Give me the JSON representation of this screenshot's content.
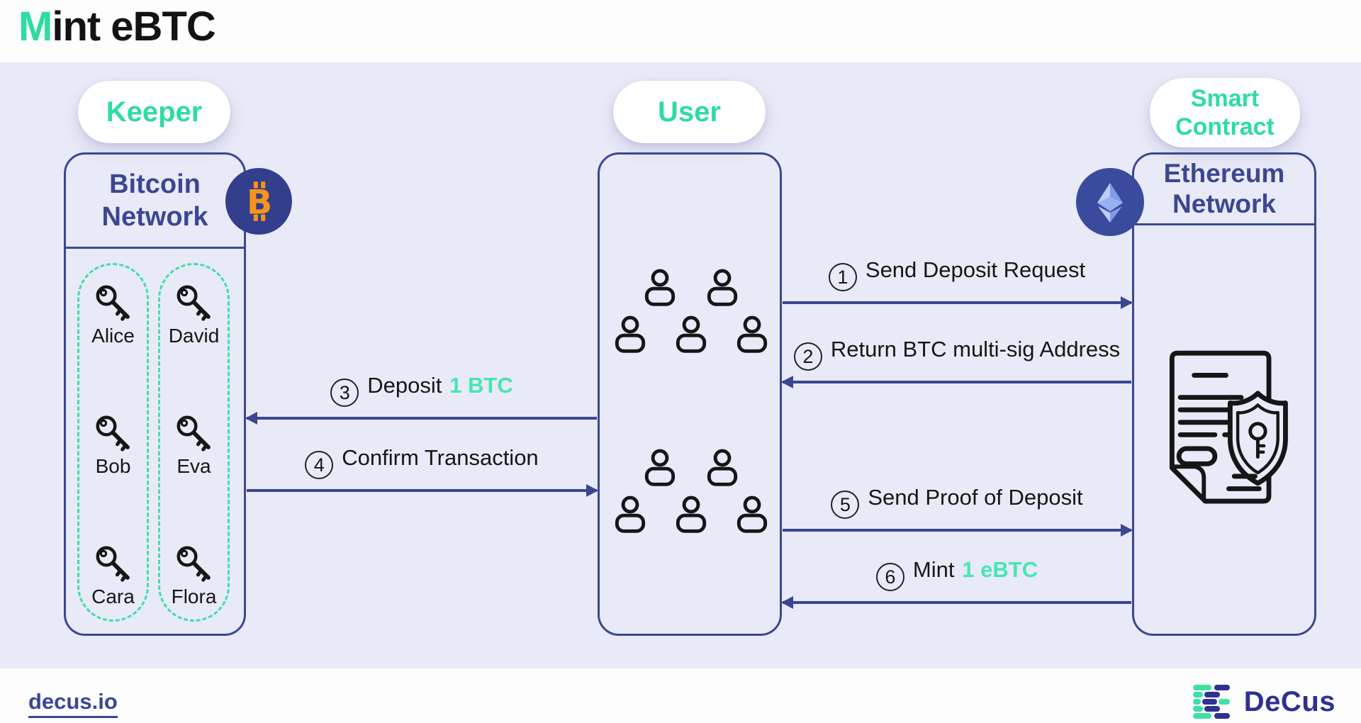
{
  "title": {
    "accent": "M",
    "rest": "int eBTC"
  },
  "badges": {
    "keeper": "Keeper",
    "user": "User",
    "smart_contract": "Smart Contract"
  },
  "boxes": {
    "bitcoin": {
      "title": "Bitcoin Network",
      "icon": "bitcoin-icon"
    },
    "user": {
      "members_per_group": 5,
      "groups": 2
    },
    "ethereum": {
      "title": "Ethereum Network",
      "icon": "ethereum-icon",
      "content_icon": "contract-shield-key-icon"
    }
  },
  "keepers": {
    "left": [
      "Alice",
      "Bob",
      "Cara"
    ],
    "right": [
      "David",
      "Eva",
      "Flora"
    ]
  },
  "arrows": {
    "a1": {
      "num": "1",
      "text": "Send Deposit Request",
      "direction": "right",
      "from": "user",
      "to": "ethereum"
    },
    "a2": {
      "num": "2",
      "text": "Return BTC multi-sig Address",
      "direction": "left",
      "from": "ethereum",
      "to": "user"
    },
    "a3": {
      "num": "3",
      "text": "Deposit",
      "highlight": "1 BTC",
      "direction": "left",
      "from": "user",
      "to": "bitcoin"
    },
    "a4": {
      "num": "4",
      "text": "Confirm Transaction",
      "direction": "right",
      "from": "bitcoin",
      "to": "user"
    },
    "a5": {
      "num": "5",
      "text": "Send Proof of Deposit",
      "direction": "right",
      "from": "user",
      "to": "ethereum"
    },
    "a6": {
      "num": "6",
      "text": "Mint",
      "highlight": "1 eBTC",
      "direction": "left",
      "from": "ethereum",
      "to": "user"
    }
  },
  "footer": {
    "link": "decus.io",
    "brand": "DeCus"
  },
  "colors": {
    "background": "#E9EAF7",
    "navy": "#3A4792",
    "badge_green": "#2EDCA0",
    "highlight_green": "#47E6B1",
    "dash_green": "#3EE0A6",
    "bitcoin_orange": "#F7931A",
    "brand_navy": "#2E3192",
    "icon_black": "#161616"
  }
}
